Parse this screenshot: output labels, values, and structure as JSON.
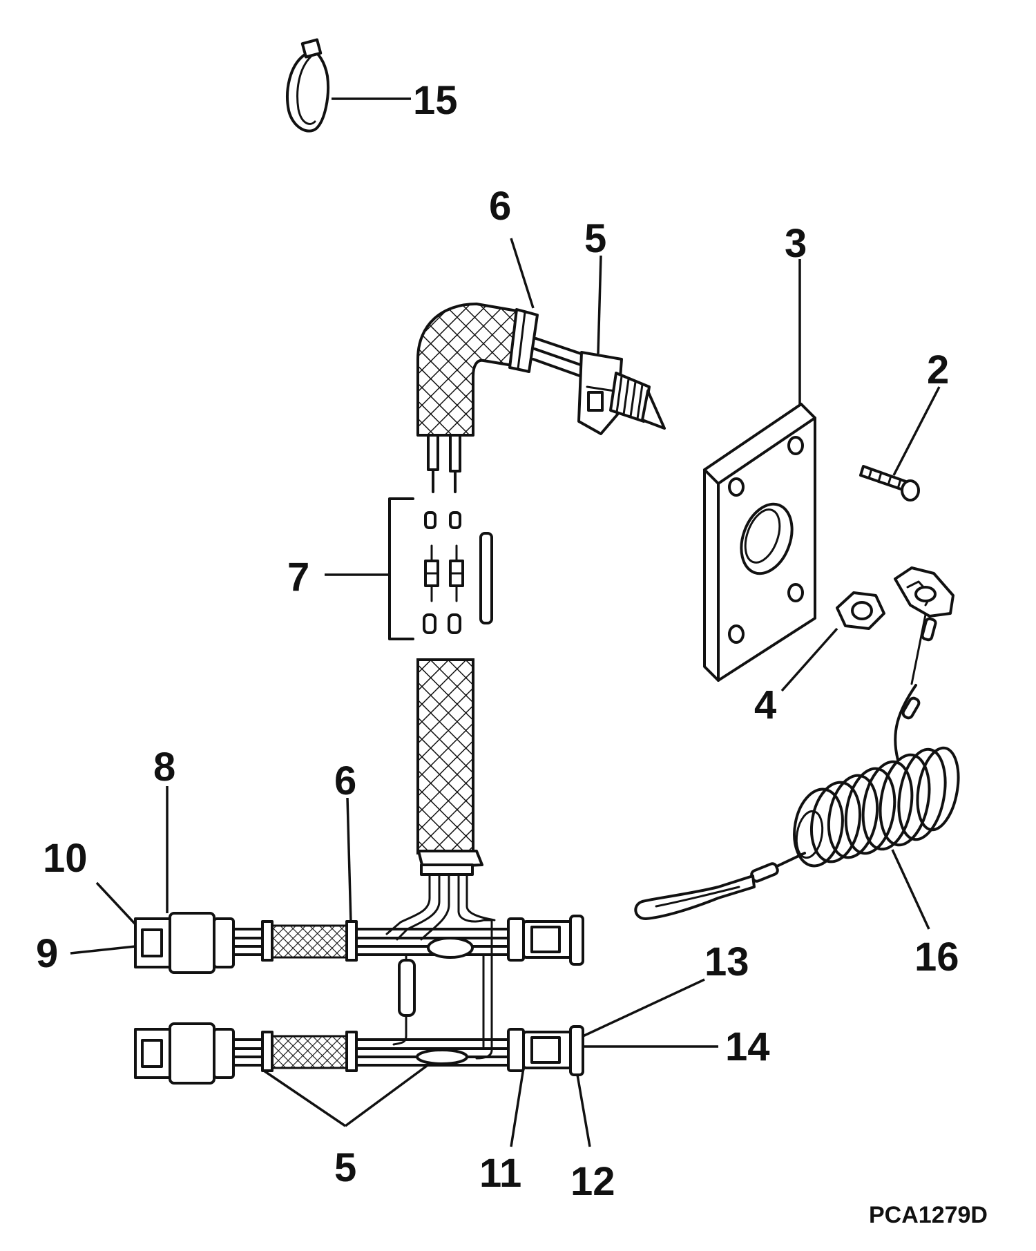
{
  "callouts": {
    "c2": "2",
    "c3": "3",
    "c4": "4",
    "c5_top": "5",
    "c5_bottom": "5",
    "c6_top": "6",
    "c6_bottom": "6",
    "c7": "7",
    "c8": "8",
    "c9": "9",
    "c10": "10",
    "c11": "11",
    "c12": "12",
    "c13": "13",
    "c14": "14",
    "c15": "15",
    "c16": "16"
  },
  "figure_ref": "PCA1279D"
}
